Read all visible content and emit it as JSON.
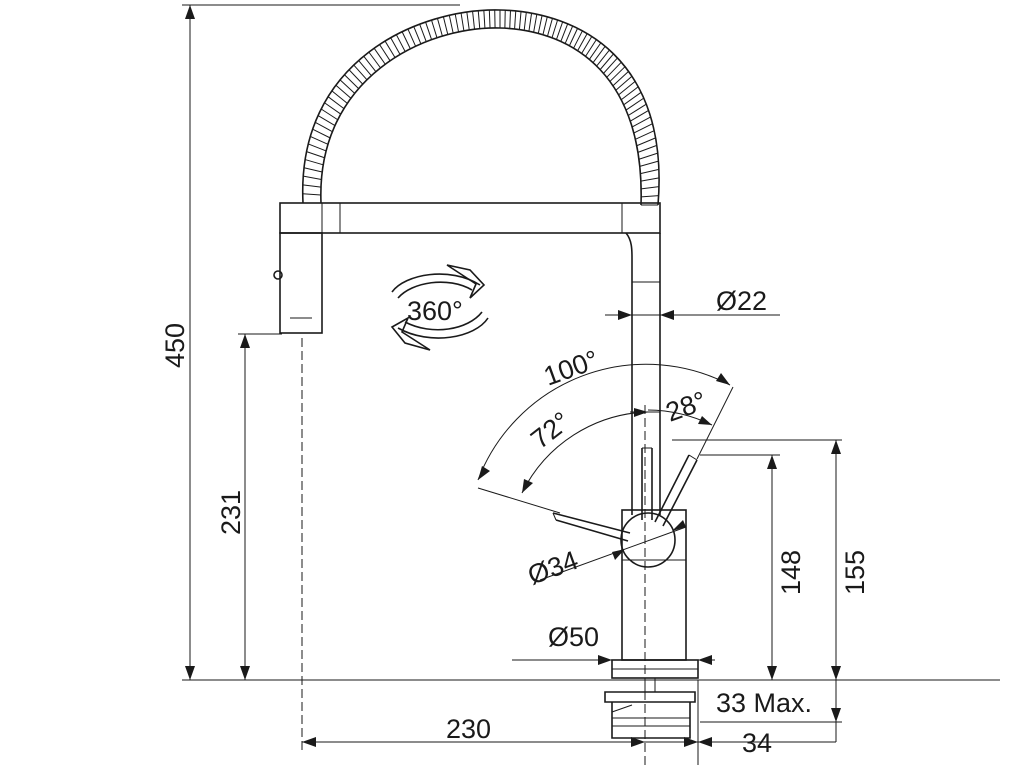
{
  "dimensions": {
    "total_height": "450",
    "spout_height": "231",
    "spout_reach": "230",
    "spout_diameter": "Ø22",
    "lever_diameter": "Ø34",
    "base_diameter": "Ø50",
    "height_148": "148",
    "height_155": "155",
    "deck_thickness": "33 Max.",
    "depth_34": "34"
  },
  "angles": {
    "total_swing": "100°",
    "front_swing": "72°",
    "back_swing": "28°",
    "rotation": "360°"
  },
  "icons": [
    "rotation-360-icon"
  ]
}
